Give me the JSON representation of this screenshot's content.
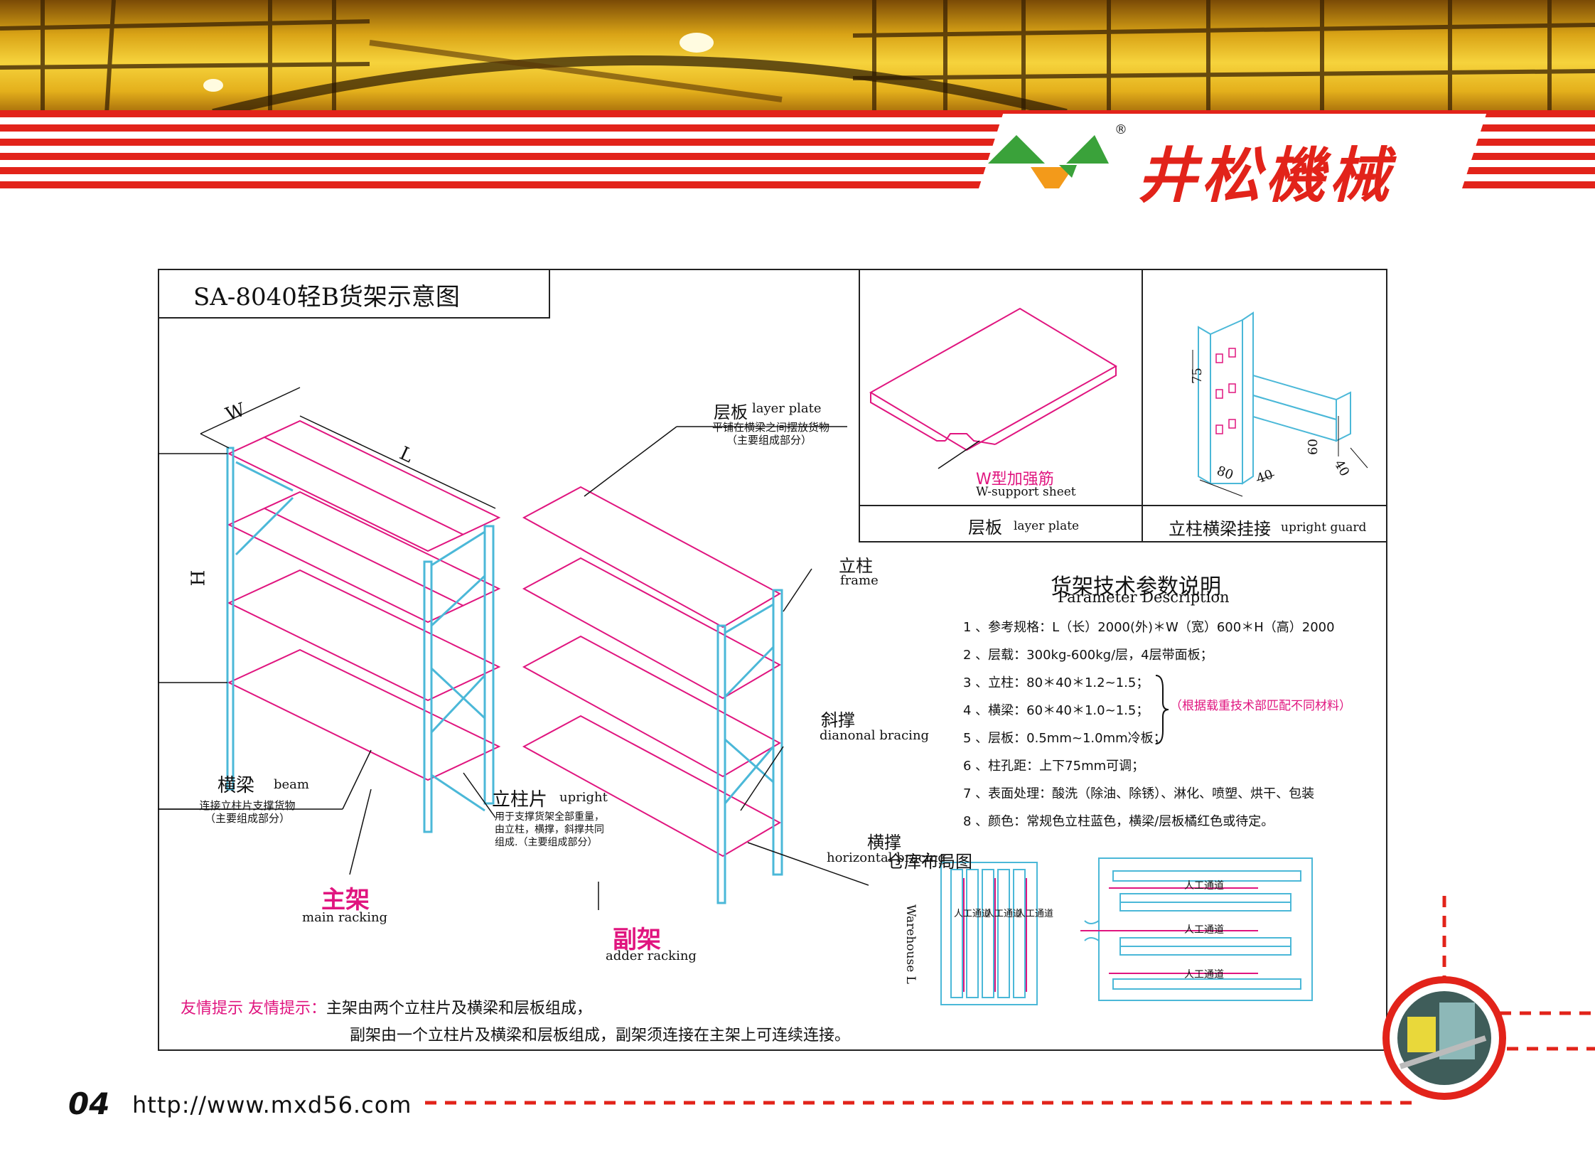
{
  "brand": {
    "name": "井松機械",
    "registered": "®"
  },
  "diagram": {
    "title": "SA-8040轻B货架示意图",
    "dims": {
      "w": "W",
      "l": "L",
      "h": "H"
    },
    "labels": {
      "layer_plate_cn": "层板",
      "layer_plate_en": "layer plate",
      "layer_plate_note1": "平铺在横梁之间摆放货物",
      "layer_plate_note2": "（主要组成部分）",
      "frame_cn": "立柱",
      "frame_en": "frame",
      "diag_cn": "斜撑",
      "diag_en": "dianonal bracing",
      "beam_cn": "横梁",
      "beam_en": "beam",
      "beam_note1": "连接立柱片支撑货物",
      "beam_note2": "（主要组成部分）",
      "upright_cn": "立柱片",
      "upright_en": "upright",
      "upright_note1": "用于支撑货架全部重量，",
      "upright_note2": "由立柱，横撑，斜撑共同",
      "upright_note3": "组成.（主要组成部分）",
      "hbrace_cn": "横撑",
      "hbrace_en": "horizontal bracing",
      "main_cn": "主架",
      "main_en": "main racking",
      "adder_cn": "副架",
      "adder_en": "adder racking"
    },
    "panel_plate": {
      "w_cn": "W型加强筋",
      "w_en": "W-support sheet",
      "caption_cn": "层板",
      "caption_en": "layer plate"
    },
    "panel_guard": {
      "d75": "75",
      "d60": "60",
      "d80": "80",
      "d40a": "40",
      "d40b": "40",
      "caption_cn": "立柱横梁挂接",
      "caption_en": "upright guard"
    },
    "params": {
      "title": "货架技术参数说明",
      "subtitle": "Parameter Description",
      "items": [
        "1 、参考规格：L（长）2000(外)＊W（宽）600＊H（高）2000",
        "2 、层载：300kg-600kg/层，4层带面板；",
        "3 、立柱：80＊40＊1.2~1.5；",
        "4 、横梁：60＊40＊1.0~1.5；",
        "5 、层板：0.5mm~1.0mm冷板；",
        "6 、柱孔距：上下75mm可调；",
        "7 、表面处理：酸洗（除油、除锈）、淋化、喷塑、烘干、包装",
        "8 、颜色：常规色立柱蓝色，横梁/层板橘红色或待定。"
      ],
      "bracket_note": "（根据载重技术部匹配不同材料）"
    },
    "layout": {
      "title_cn": "仓库布局图",
      "title_en": "Warehouse L",
      "aisle": "人工通道",
      "aisle_v": "人工通道"
    },
    "tip": {
      "label": "友情提示 友情提示：",
      "line1": "主架由两个立柱片及横梁和层板组成，",
      "line2": "副架由一个立柱片及横梁和层板组成，副架须连接在主架上可连续连接。"
    }
  },
  "footer": {
    "page": "04",
    "url": "http://www.mxd56.com"
  },
  "colors": {
    "red": "#e2231a",
    "blue": "#4bb8d8",
    "pink": "#e0157f"
  }
}
